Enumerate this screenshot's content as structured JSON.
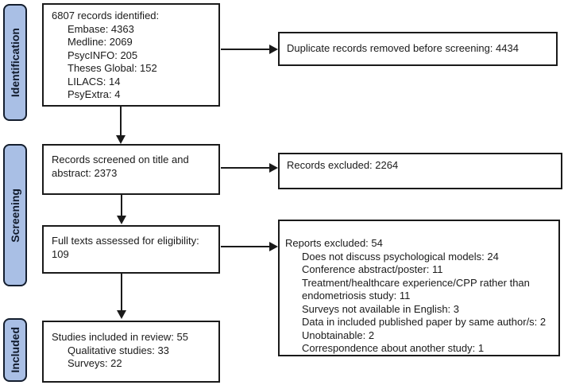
{
  "colors": {
    "stage_fill": "#a9bfe5",
    "stage_border": "#141e2e",
    "stage_text": "#101a2b",
    "line_color": "#1a1a1a",
    "text_color": "#1a1a1a"
  },
  "sidebar": {
    "identification_label": "Identification",
    "screening_label": "Screening",
    "included_label": "Included"
  },
  "boxes": {
    "identified": {
      "title": "6807 records identified:",
      "sources": [
        "Embase: 4363",
        "Medline: 2069",
        "PsycINFO: 205",
        "Theses Global: 152",
        "LILACS: 14",
        "PsyExtra: 4"
      ]
    },
    "duplicates_removed": {
      "text": "Duplicate records removed before screening: 4434"
    },
    "screened": {
      "line1": "Records screened on title and",
      "line2": "abstract: 2373"
    },
    "records_excluded": {
      "text": "Records excluded: 2264"
    },
    "full_texts": {
      "line1": "Full texts assessed for eligibility:",
      "line2": "109"
    },
    "reports_excluded": {
      "title": "Reports excluded: 54",
      "reasons": [
        "Does not discuss psychological models: 24",
        "Conference abstract/poster: 11",
        "Treatment/healthcare experience/CPP rather than endometriosis study: 11",
        "Surveys not available in English: 3",
        "Data in included published paper by same author/s: 2",
        "Unobtainable: 2",
        "Correspondence about another study: 1"
      ]
    },
    "included": {
      "title": "Studies included in review: 55",
      "items": [
        "Qualitative studies: 33",
        "Surveys: 22"
      ]
    }
  }
}
